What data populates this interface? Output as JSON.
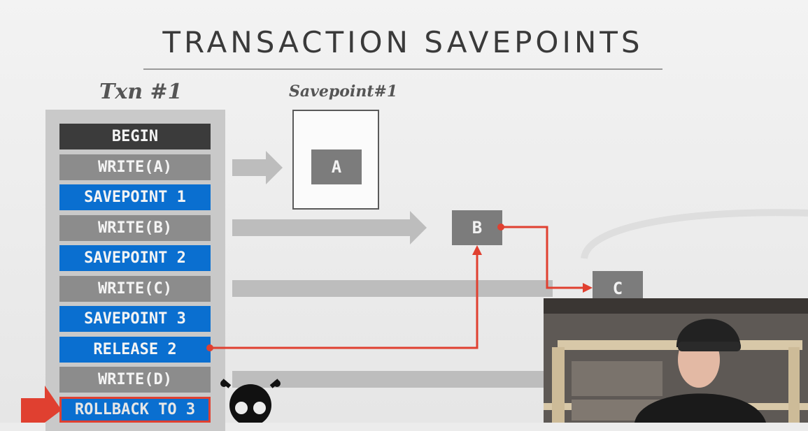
{
  "title": "TRANSACTION SAVEPOINTS",
  "txn_label": "Txn #1",
  "savepoint_label": "Savepoint#1",
  "operations": [
    {
      "label": "BEGIN",
      "kind": "begin"
    },
    {
      "label": "WRITE(A)",
      "kind": "write"
    },
    {
      "label": "SAVEPOINT 1",
      "kind": "savepoint"
    },
    {
      "label": "WRITE(B)",
      "kind": "write"
    },
    {
      "label": "SAVEPOINT 2",
      "kind": "savepoint"
    },
    {
      "label": "WRITE(C)",
      "kind": "write"
    },
    {
      "label": "SAVEPOINT 3",
      "kind": "savepoint"
    },
    {
      "label": "RELEASE 2",
      "kind": "savepoint"
    },
    {
      "label": "WRITE(D)",
      "kind": "write"
    },
    {
      "label": "ROLLBACK TO 3",
      "kind": "rollback"
    }
  ],
  "values": {
    "a": "A",
    "b": "B",
    "c": "C"
  },
  "colors": {
    "begin": "#3b3b3b",
    "write": "#8c8c8c",
    "savepoint": "#0a6fd0",
    "pointer": "#e04030",
    "arrow": "#bdbdbd"
  },
  "icons": [
    "skull-icon",
    "pointer-arrow-icon"
  ]
}
